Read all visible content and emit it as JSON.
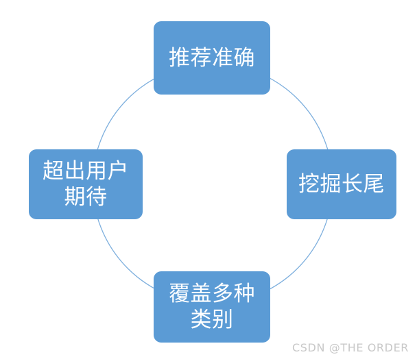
{
  "diagram": {
    "type": "cycle",
    "background_color": "#ffffff",
    "node_fill_color": "#5b9bd5",
    "node_text_color": "#ffffff",
    "ring_color": "#7fb0de",
    "nodes": [
      {
        "id": "top",
        "position": "top",
        "label": "推荐准确"
      },
      {
        "id": "right",
        "position": "right",
        "label": "挖掘长尾"
      },
      {
        "id": "bottom",
        "position": "bottom",
        "label": "覆盖多种\n类别"
      },
      {
        "id": "left",
        "position": "left",
        "label": "超出用户\n期待"
      }
    ]
  },
  "watermark": {
    "text": "CSDN @THE ORDER",
    "color": "#c8c8c8"
  }
}
